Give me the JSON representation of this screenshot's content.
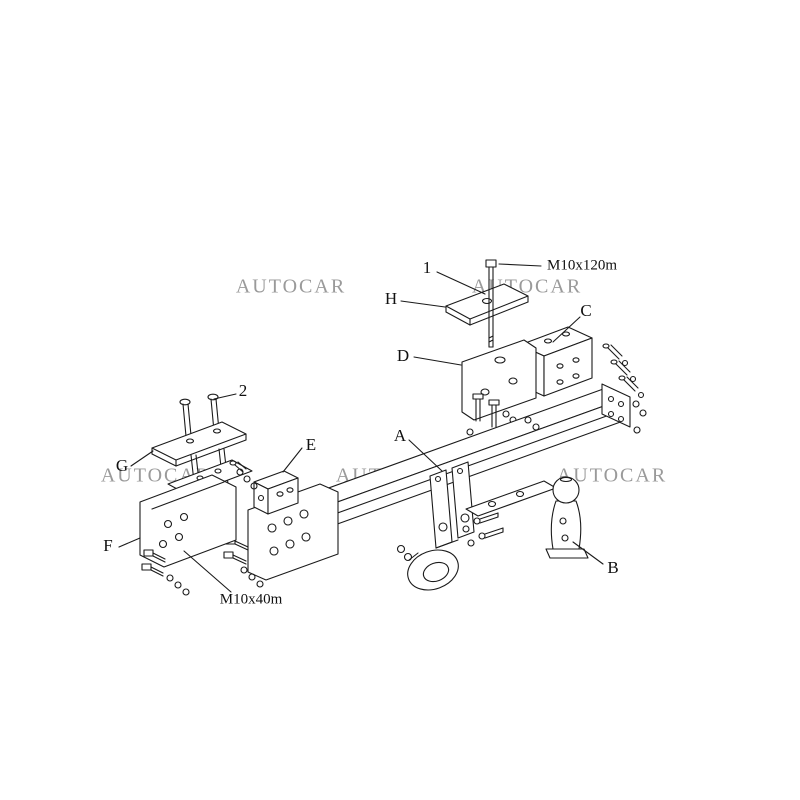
{
  "diagram": {
    "watermark": "AUTOCAR",
    "labels": {
      "part_1": "1",
      "part_2": "2",
      "part_a": "A",
      "part_b": "B",
      "part_c": "C",
      "part_d": "D",
      "part_e": "E",
      "part_f": "F",
      "part_g": "G",
      "part_h": "H",
      "bolt_spec_top": "M10x120m",
      "bolt_spec_bottom": "M10x40m"
    },
    "colors": {
      "line": "#1b1b1b",
      "watermark": "#9a9a9a",
      "background": "#ffffff",
      "label_text": "#111111"
    }
  }
}
